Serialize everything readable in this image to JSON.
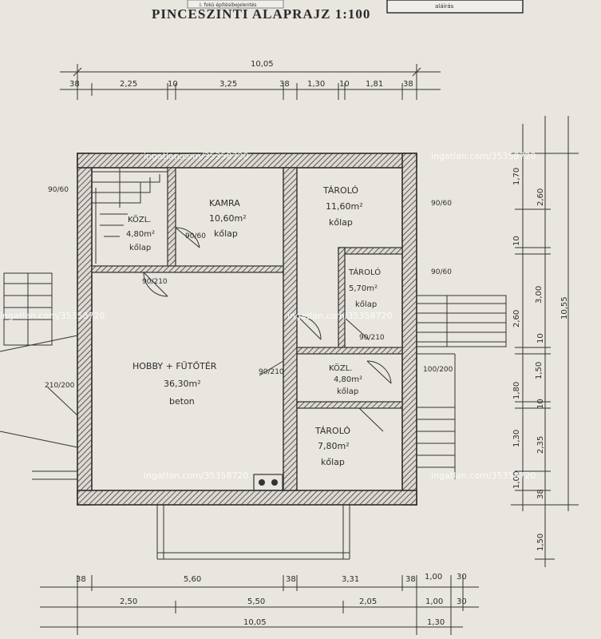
{
  "title": "PINCESZINTI ALAPRAJZ 1:100",
  "top_fragment_left": "I. fokú építésibejelentés",
  "top_fragment_right": "aláírás",
  "watermark": "ingatlan.com/35358720",
  "rooms": {
    "kamra": {
      "name": "KAMRA",
      "area": "10,60m²",
      "floor": "kőlap"
    },
    "tarolo1": {
      "name": "TÁROLÓ",
      "area": "11,60m²",
      "floor": "kőlap"
    },
    "kozl1": {
      "name": "KÖZL.",
      "area": "4,80m²",
      "floor": "kőlap"
    },
    "tarolo2": {
      "name": "TÁROLÓ",
      "area": "5,70m²",
      "floor": "kőlap"
    },
    "hobby": {
      "name": "HOBBY + FŰTŐTÉR",
      "area": "36,30m²",
      "floor": "beton"
    },
    "kozl2": {
      "name": "KÖZL.",
      "area": "4,80m²",
      "floor": "kőlap"
    },
    "tarolo3": {
      "name": "TÁROLÓ",
      "area": "7,80m²",
      "floor": "kőlap"
    }
  },
  "doors": {
    "d1": "90/60",
    "d2": "90/60",
    "d3": "90/60",
    "d4": "90/60",
    "d5": "90/210",
    "d6": "90/210",
    "d7": "100/200",
    "d8": "210/200",
    "d9": "90/210"
  },
  "dims_top": {
    "total": "10,05",
    "segments": [
      "38",
      "2,25",
      "10",
      "3,25",
      "38",
      "1,30",
      "10",
      "1,81",
      "38"
    ]
  },
  "dims_bottom_row1": [
    "38",
    "5,60",
    "38",
    "3,31",
    "38",
    "1,00",
    "30"
  ],
  "dims_bottom_row2": [
    "2,50",
    "5,50",
    "2,05",
    "1,00",
    "30"
  ],
  "dims_bottom_total": "10,05",
  "dims_bottom_extra": "1,30",
  "dims_right": {
    "total": "10,55",
    "segments": [
      "1,70",
      "2,60",
      "10",
      "3,00",
      "2,60",
      "10",
      "1,50",
      "1,80",
      "10",
      "1,30",
      "2,35",
      "1,00",
      "38",
      "1,50"
    ]
  }
}
